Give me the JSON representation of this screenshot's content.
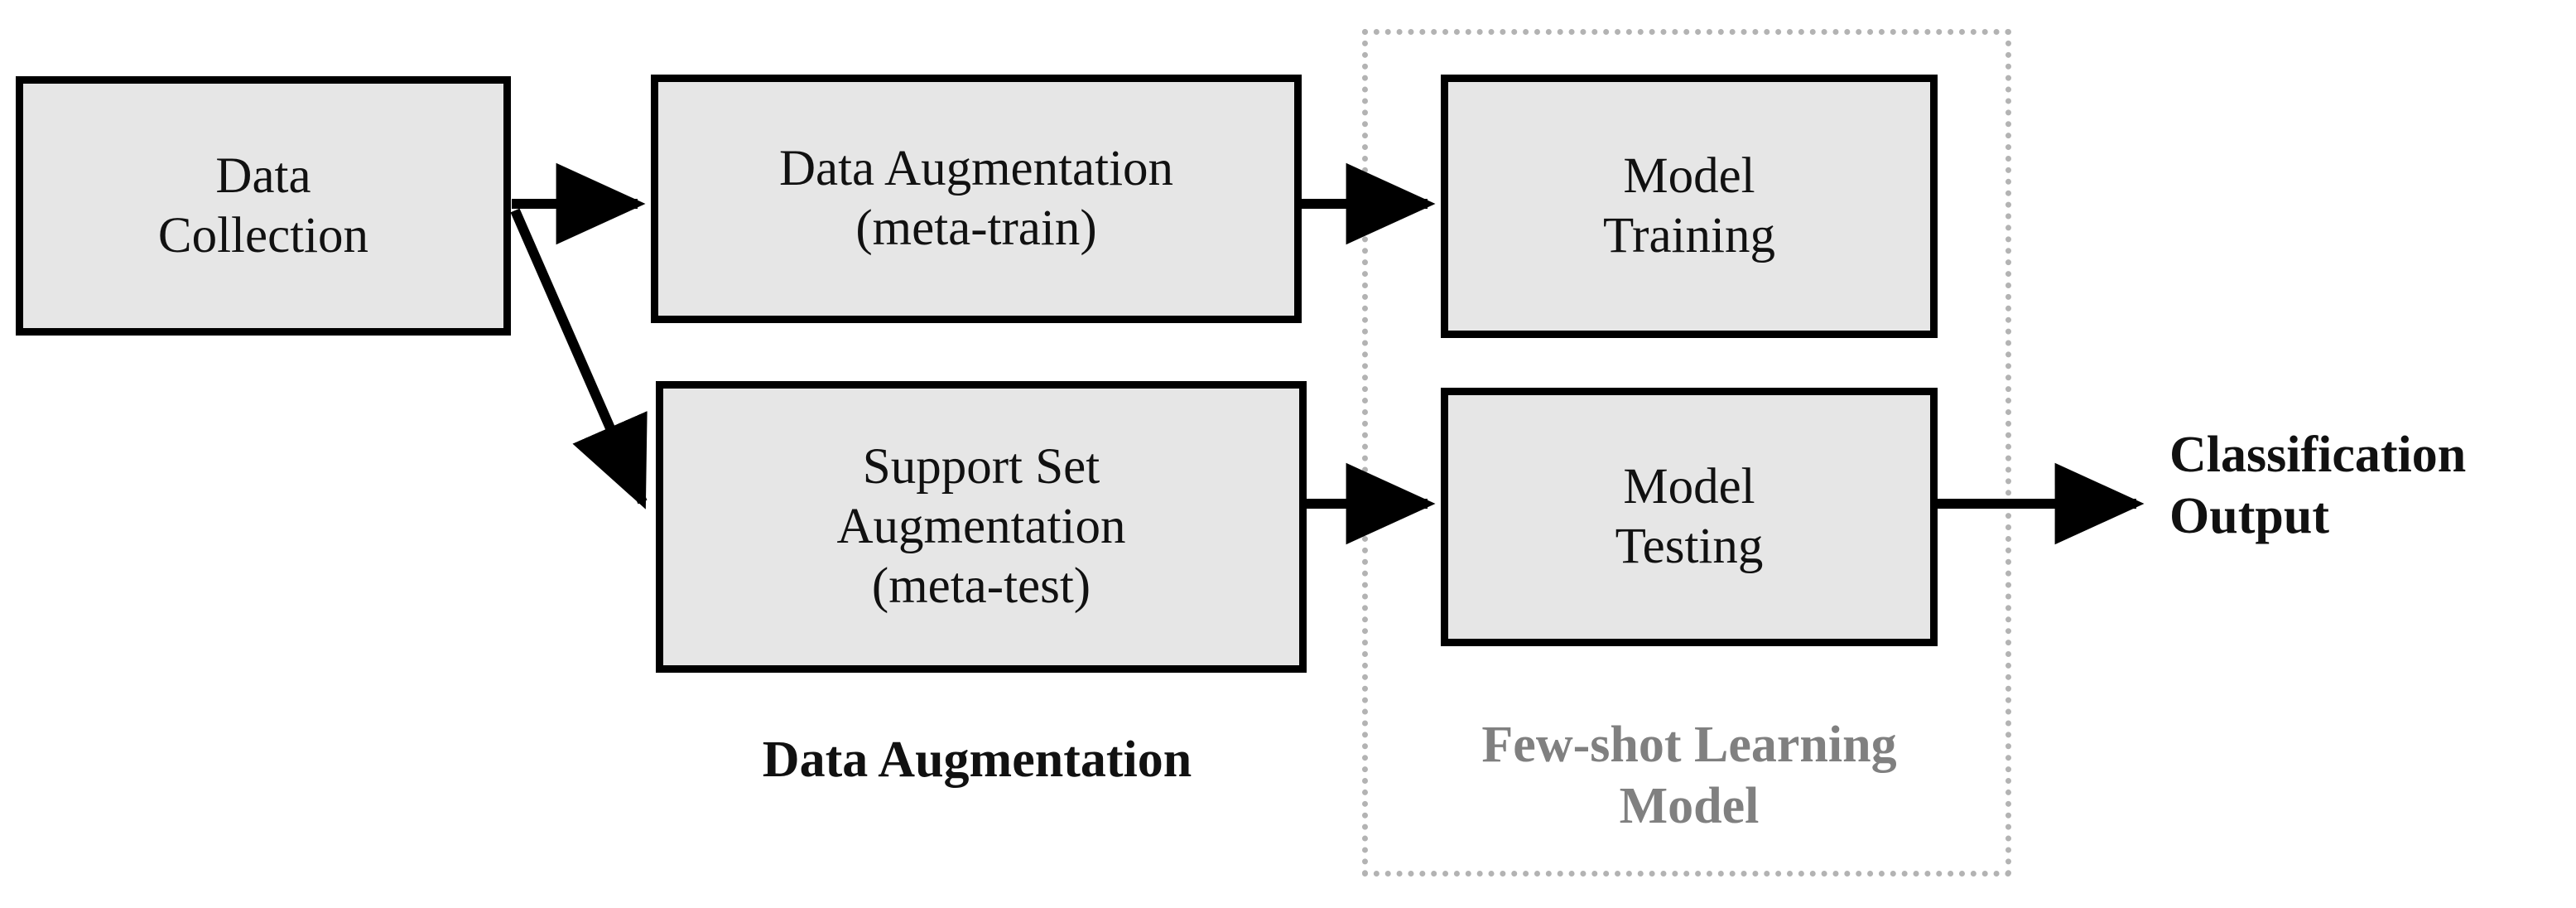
{
  "diagram": {
    "title": "Few-shot learning pipeline flowchart",
    "colors": {
      "node_fill": "#e6e6e6",
      "node_border": "#000000",
      "group_border": "#b3b3b3",
      "group_label": "#808080",
      "text": "#111111",
      "background": "#ffffff"
    },
    "nodes": [
      {
        "id": "data-collection",
        "label": "Data\nCollection"
      },
      {
        "id": "data-augmentation",
        "label": "Data Augmentation\n(meta-train)"
      },
      {
        "id": "support-set",
        "label": "Support Set\nAugmentation\n(meta-test)"
      },
      {
        "id": "model-training",
        "label": "Model\nTraining"
      },
      {
        "id": "model-testing",
        "label": "Model\nTesting"
      }
    ],
    "groups": [
      {
        "id": "few-shot-learning-model",
        "label": "Few-shot Learning\nModel"
      }
    ],
    "captions": [
      {
        "id": "data-augmentation-caption",
        "label": "Data Augmentation"
      },
      {
        "id": "classification-output",
        "label": "Classification\nOutput"
      }
    ],
    "edges": [
      {
        "id": "edge-collection-to-augmentation",
        "from": "data-collection",
        "to": "data-augmentation",
        "style": "solid-arrow"
      },
      {
        "id": "edge-collection-to-support",
        "from": "data-collection",
        "to": "support-set",
        "style": "solid-arrow-diagonal"
      },
      {
        "id": "edge-augmentation-to-training",
        "from": "data-augmentation",
        "to": "model-training",
        "style": "solid-arrow"
      },
      {
        "id": "edge-support-to-testing",
        "from": "support-set",
        "to": "model-testing",
        "style": "solid-arrow"
      },
      {
        "id": "edge-testing-to-output",
        "from": "model-testing",
        "to": "classification-output",
        "style": "solid-arrow"
      }
    ]
  }
}
